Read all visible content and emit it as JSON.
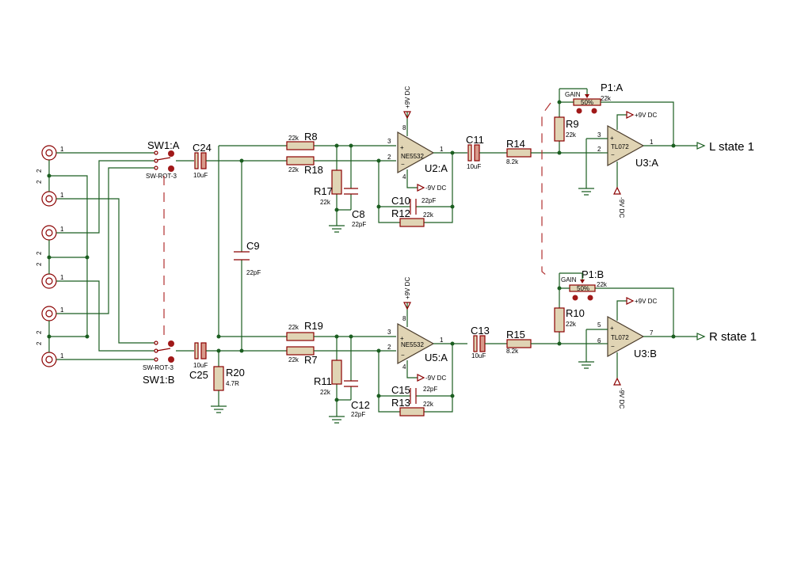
{
  "outputs": {
    "left": "L state 1",
    "right": "R state 1"
  },
  "switch": {
    "a": "SW1:A",
    "b": "SW1:B",
    "model": "SW-ROT-3"
  },
  "opamps": {
    "u2a": {
      "ref": "U2:A",
      "model": "NE5532"
    },
    "u5a": {
      "ref": "U5:A",
      "model": "NE5532"
    },
    "u3a": {
      "ref": "U3:A",
      "model": "TL072"
    },
    "u3b": {
      "ref": "U3:B",
      "model": "TL072"
    }
  },
  "supplies": {
    "pos": "+9V DC",
    "neg": "-9V DC"
  },
  "pots": {
    "p1a": {
      "ref": "P1:A",
      "label": "GAIN",
      "value": "22k",
      "setting": "50%"
    },
    "p1b": {
      "ref": "P1:B",
      "label": "GAIN",
      "value": "22k",
      "setting": "50%"
    }
  },
  "components": {
    "C24": {
      "ref": "C24",
      "value": "10uF"
    },
    "C25": {
      "ref": "C25",
      "value": "10uF"
    },
    "C9": {
      "ref": "C9",
      "value": "22pF"
    },
    "C8": {
      "ref": "C8",
      "value": "22pF"
    },
    "C10": {
      "ref": "C10",
      "value": "22pF"
    },
    "C11": {
      "ref": "C11",
      "value": "10uF"
    },
    "C12": {
      "ref": "C12",
      "value": "22pF"
    },
    "C13": {
      "ref": "C13",
      "value": "10uF"
    },
    "C15": {
      "ref": "C15",
      "value": "22pF"
    },
    "R7": {
      "ref": "R7",
      "value": "22k"
    },
    "R8": {
      "ref": "R8",
      "value": "22k"
    },
    "R9": {
      "ref": "R9",
      "value": "22k"
    },
    "R10": {
      "ref": "R10",
      "value": "22k"
    },
    "R11": {
      "ref": "R11",
      "value": "22k"
    },
    "R12": {
      "ref": "R12",
      "value": "22k"
    },
    "R13": {
      "ref": "R13",
      "value": "22k"
    },
    "R14": {
      "ref": "R14",
      "value": "8.2k"
    },
    "R15": {
      "ref": "R15",
      "value": "8.2k"
    },
    "R17": {
      "ref": "R17",
      "value": "22k"
    },
    "R18": {
      "ref": "R18",
      "value": "22k"
    },
    "R19": {
      "ref": "R19",
      "value": "22k"
    },
    "R20": {
      "ref": "R20",
      "value": "4.7R"
    }
  },
  "pins": {
    "n1": "1",
    "n2": "2",
    "n3": "3",
    "n5": "5",
    "n6": "6",
    "n7": "7",
    "n8": "8",
    "n4": "4",
    "plus": "+",
    "minus": "−"
  }
}
